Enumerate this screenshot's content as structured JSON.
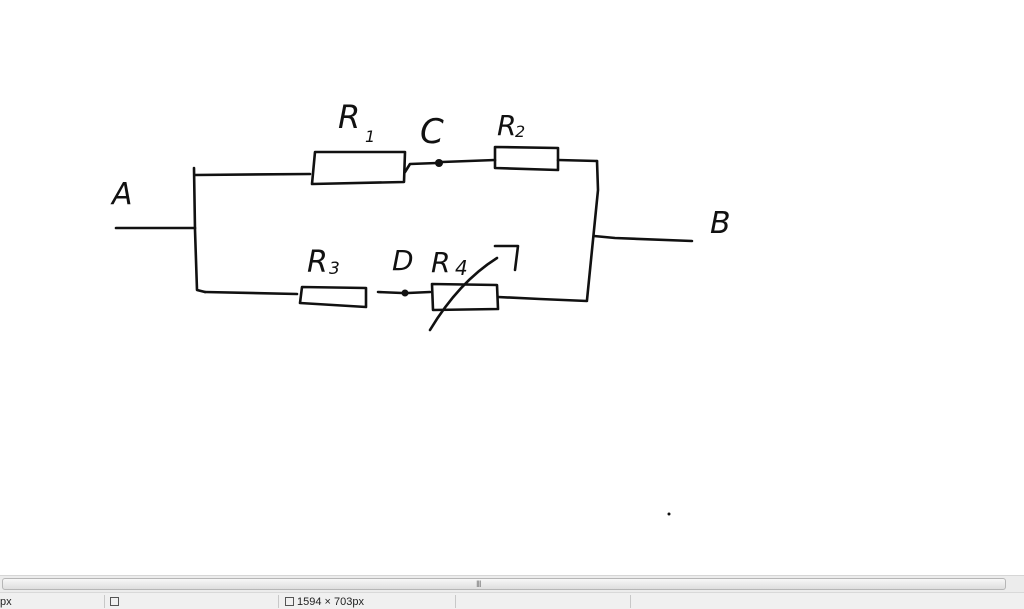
{
  "circuit": {
    "label_a": "A",
    "label_b": "B",
    "label_c": "C",
    "label_d": "D",
    "label_r1": "R",
    "label_r1_sub": "1",
    "label_r2": "R",
    "label_r2_sub": "2",
    "label_r3": "R",
    "label_r3_sub": "3",
    "label_r4": "R",
    "label_r4_sub": "4"
  },
  "scrollbar": {
    "grip": "III"
  },
  "statusbar": {
    "cursor_position": "px",
    "selection_size": "",
    "image_size": "1594 × 703px"
  }
}
